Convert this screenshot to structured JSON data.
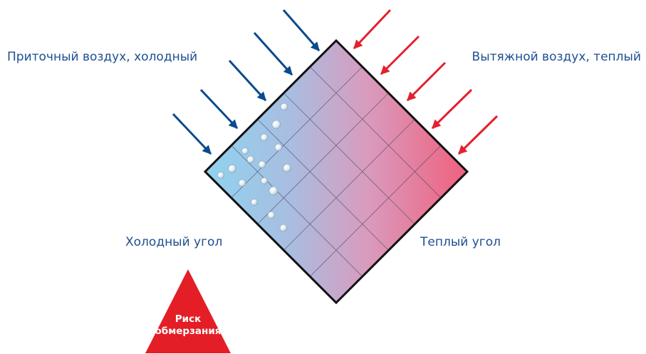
{
  "labels": {
    "supply_air": "Приточный воздух, холодный",
    "exhaust_air": "Вытяжной воздух, теплый",
    "cold_corner": "Холодный угол",
    "warm_corner": "Теплый угол"
  },
  "warning": {
    "line1": "Риск",
    "line2": "обмерзания"
  },
  "colors": {
    "label_text": "#1d4f91",
    "cold_side": "#8fd3f0",
    "warm_side": "#f0607e",
    "supply_arrows": "#0b4a8e",
    "exhaust_arrows": "#e4202e",
    "warning_triangle": "#e41e26",
    "outline": "#111111"
  }
}
